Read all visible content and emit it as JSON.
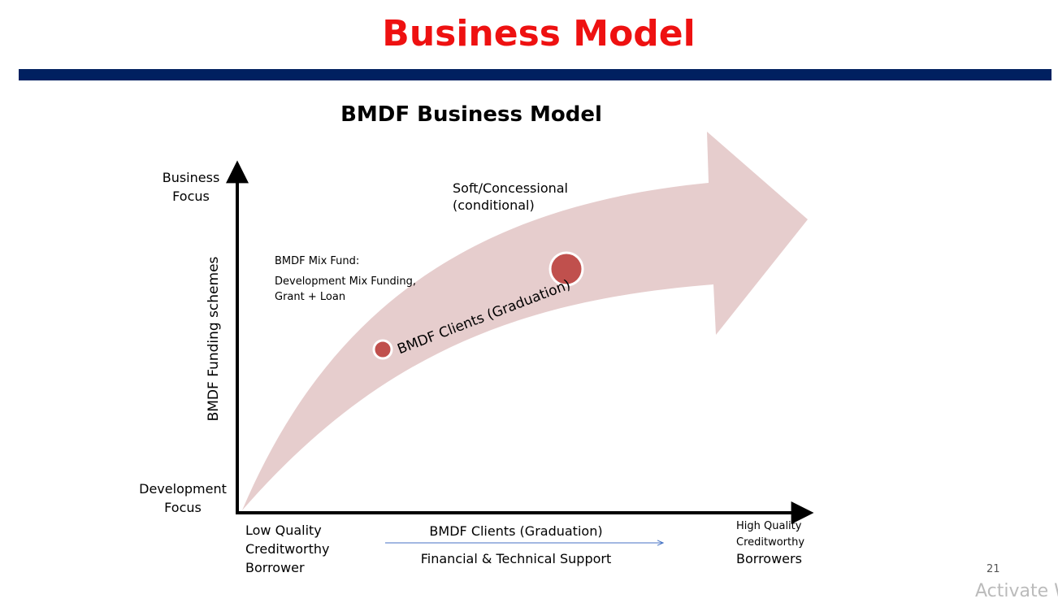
{
  "slide": {
    "title": "Business Model",
    "title_color": "#ee1111",
    "bar_color": "#002060",
    "page_number": "21",
    "watermark": "Activate W",
    "watermark_color": "#bbbbbb"
  },
  "diagram": {
    "title": "BMDF Business Model",
    "y_axis": {
      "title": "BMDF Funding schemes",
      "top_label": [
        "Business",
        "Focus"
      ],
      "bottom_label": [
        "Development",
        "Focus"
      ]
    },
    "x_axis": {
      "left_label": [
        "Low Quality",
        "Creditworthy",
        "Borrower"
      ],
      "right_label": [
        "High Quality",
        "Creditworthy",
        "Borrowers"
      ],
      "middle_top": "BMDF Clients (Graduation)",
      "middle_bottom": "Financial & Technical Support"
    },
    "arrow": {
      "fill_color": "#e6cdcd",
      "label": "BMDF Clients (Graduation)"
    },
    "nodes": [
      {
        "name": "small-node",
        "color": "#c0504d"
      },
      {
        "name": "large-node",
        "color": "#c0504d"
      }
    ],
    "annotations": {
      "soft": [
        "Soft/Concessional",
        "(conditional)"
      ],
      "mix_fund": {
        "heading": "BMDF Mix Fund:",
        "lines": [
          "Development Mix Funding,",
          "Grant + Loan"
        ]
      }
    },
    "axis_color": "#000000",
    "support_arrow_color": "#4472c4"
  }
}
